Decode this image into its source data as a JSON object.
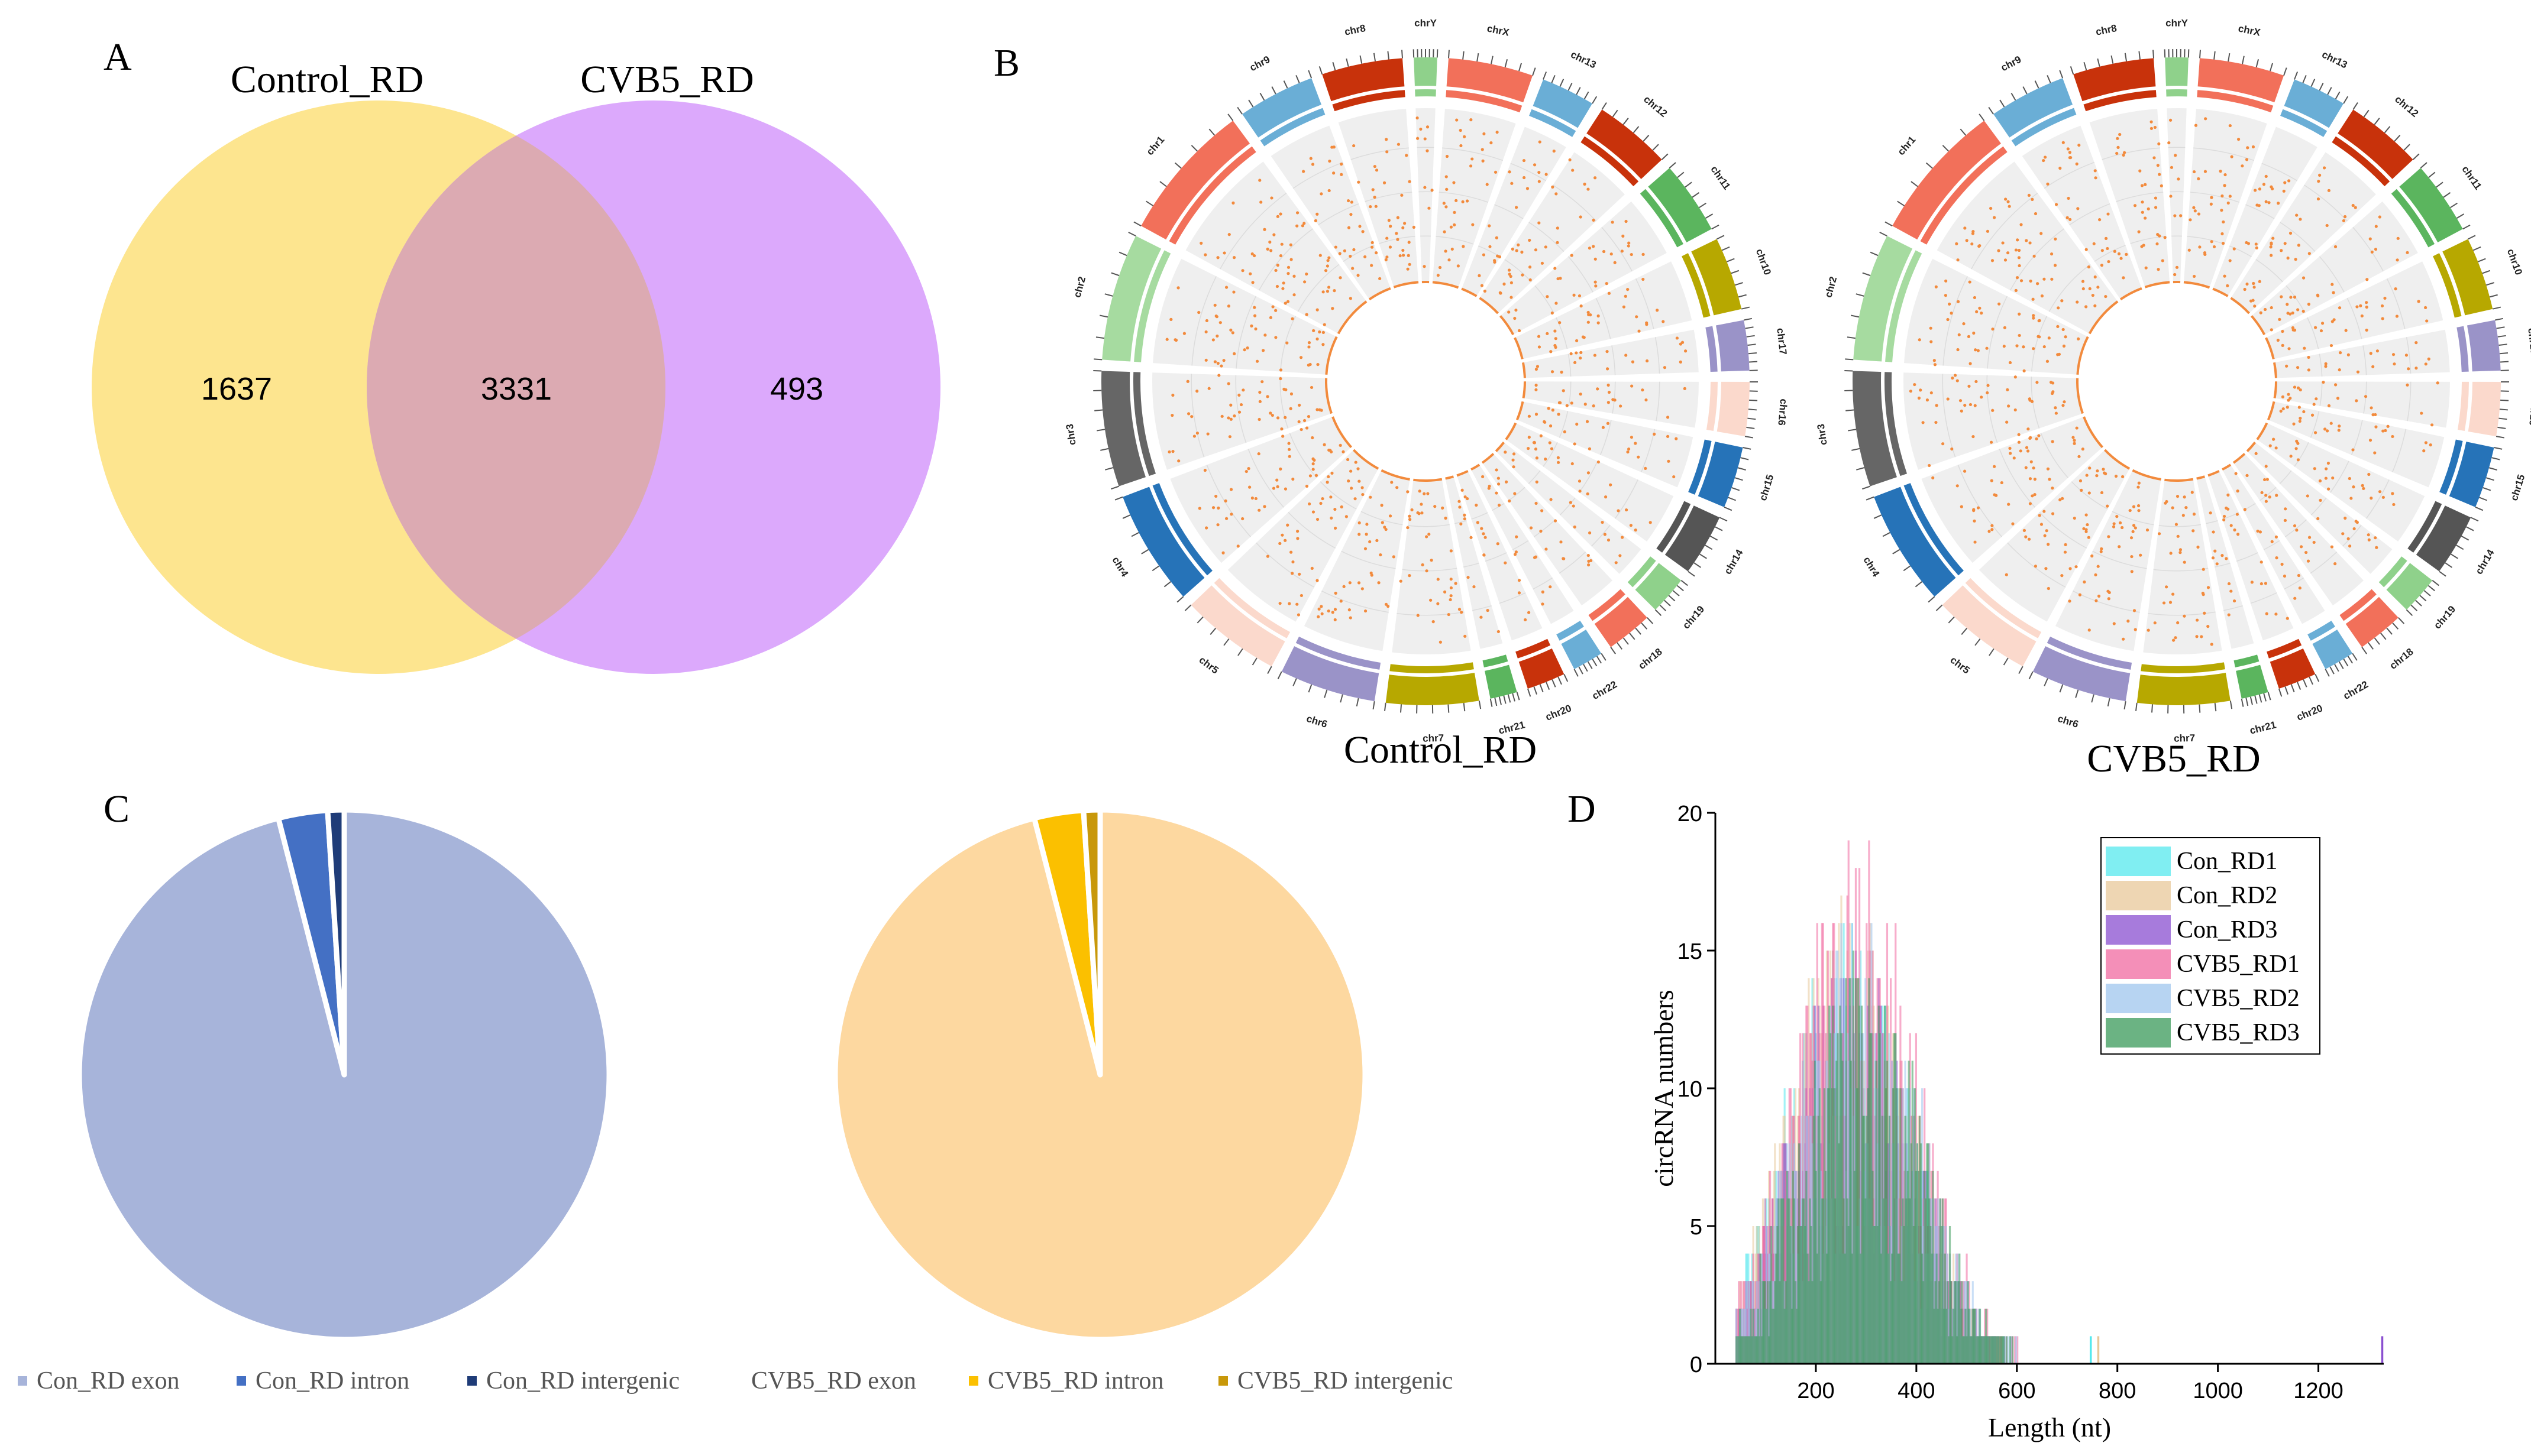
{
  "panels": {
    "a": "A",
    "b": "B",
    "c": "C",
    "d": "D"
  },
  "venn": {
    "left_label": "Control_RD",
    "right_label": "CVB5_RD",
    "left_only": "1637",
    "overlap": "3331",
    "right_only": "493",
    "left_color": "#fde58f",
    "right_color": "#dca9fc",
    "overlap_color": "#dcaab2"
  },
  "circos": {
    "left_caption": "Control_RD",
    "right_caption": "CVB5_RD",
    "chromosomes": [
      {
        "name": "chrY",
        "color": "#8fd18b"
      },
      {
        "name": "chrX",
        "color": "#f2705a"
      },
      {
        "name": "chr13",
        "color": "#6aaed6"
      },
      {
        "name": "chr12",
        "color": "#c8320b"
      },
      {
        "name": "chr11",
        "color": "#5bb55e"
      },
      {
        "name": "chr10",
        "color": "#b7a800"
      },
      {
        "name": "chr17",
        "color": "#9a93c8"
      },
      {
        "name": "chr16",
        "color": "#fbd9cc"
      },
      {
        "name": "chr15",
        "color": "#2673b8"
      },
      {
        "name": "chr14",
        "color": "#555555"
      },
      {
        "name": "chr19",
        "color": "#8fd18b"
      },
      {
        "name": "chr18",
        "color": "#f2705a"
      },
      {
        "name": "chr22",
        "color": "#6aaed6"
      },
      {
        "name": "chr20",
        "color": "#c8320b"
      },
      {
        "name": "chr21",
        "color": "#5bb55e"
      },
      {
        "name": "chr7",
        "color": "#b7a800"
      },
      {
        "name": "chr6",
        "color": "#9a93c8"
      },
      {
        "name": "chr5",
        "color": "#fbd9cc"
      },
      {
        "name": "chr4",
        "color": "#2673b8"
      },
      {
        "name": "chr3",
        "color": "#666666"
      },
      {
        "name": "chr2",
        "color": "#a6dba0"
      },
      {
        "name": "chr1",
        "color": "#f2705a"
      },
      {
        "name": "chr9",
        "color": "#6aaed6"
      },
      {
        "name": "chr8",
        "color": "#c8320b"
      }
    ],
    "point_color": "#f28a3c"
  },
  "pies": {
    "left": {
      "slices": [
        {
          "label": "Con_RD exon",
          "value": 96.0,
          "color": "#a7b4da"
        },
        {
          "label": "Con_RD intron",
          "value": 3.0,
          "color": "#4470c4"
        },
        {
          "label": "Con_RD intergenic",
          "value": 1.0,
          "color": "#1f3c78"
        }
      ]
    },
    "right": {
      "slices": [
        {
          "label": "CVB5_RD exon",
          "value": 96.0,
          "color": "#fdd8a0"
        },
        {
          "label": "CVB5_RD intron",
          "value": 3.0,
          "color": "#fbc000"
        },
        {
          "label": "CVB5_RD intergenic",
          "value": 1.0,
          "color": "#c8980a"
        }
      ]
    }
  },
  "chart_data": {
    "type": "bar",
    "xlabel": "Length (nt)",
    "ylabel": "circRNA numbers",
    "xlim": [
      0,
      1330
    ],
    "ylim": [
      0,
      20
    ],
    "x_ticks": [
      "200",
      "400",
      "600",
      "800",
      "1000",
      "1200"
    ],
    "y_ticks": [
      "0",
      "5",
      "10",
      "15",
      "20"
    ],
    "legend_position": "top-right",
    "series": [
      {
        "name": "Con_RD1",
        "color": "#56e8ee",
        "peak": 15
      },
      {
        "name": "Con_RD2",
        "color": "#e8c89a",
        "peak": 16
      },
      {
        "name": "Con_RD3",
        "color": "#8a4fd0",
        "peak": 14
      },
      {
        "name": "CVB5_RD1",
        "color": "#f06aa0",
        "peak": 18
      },
      {
        "name": "CVB5_RD2",
        "color": "#9fc5ee",
        "peak": 15
      },
      {
        "name": "CVB5_RD3",
        "color": "#3a9a5a",
        "peak": 14
      }
    ]
  }
}
